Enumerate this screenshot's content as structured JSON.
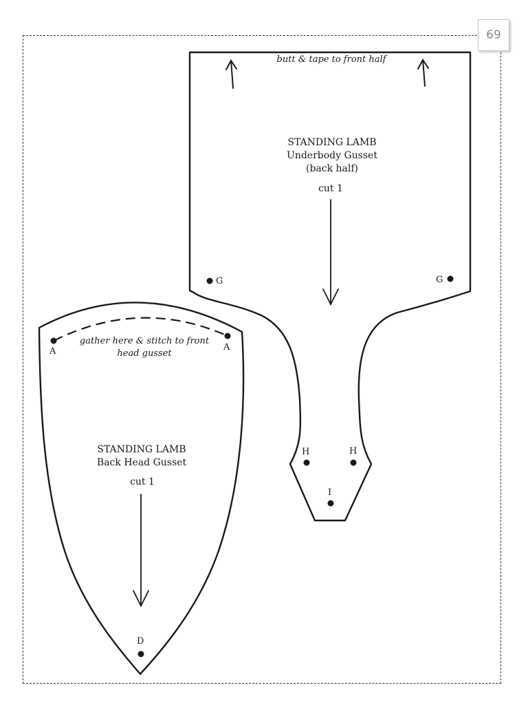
{
  "page_number": "69",
  "underbody_gusset": {
    "instruction": "butt & tape to front half",
    "title_line1": "STANDING LAMB",
    "title_line2": "Underbody Gusset",
    "title_line3": "(back half)",
    "cut": "cut 1",
    "points": {
      "g_left": "G",
      "g_right": "G",
      "h_left": "H",
      "h_right": "H",
      "i": "I"
    }
  },
  "back_head_gusset": {
    "instruction_line1": "gather here & stitch to front",
    "instruction_line2": "head gusset",
    "title_line1": "STANDING LAMB",
    "title_line2": "Back Head Gusset",
    "cut": "cut 1",
    "points": {
      "a_left": "A",
      "a_right": "A",
      "d": "D"
    }
  }
}
